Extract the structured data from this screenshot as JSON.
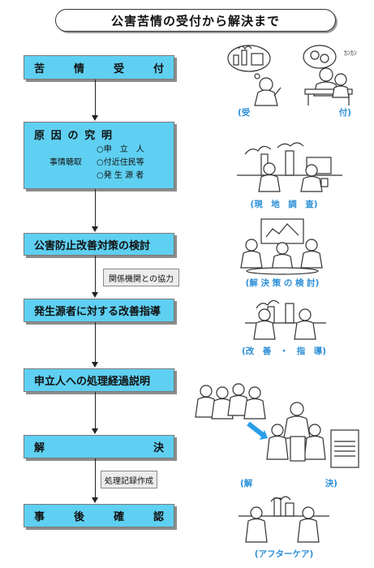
{
  "title": "公害苦情の受付から解決まで",
  "flow": {
    "step1": [
      "苦",
      "情",
      "受",
      "付"
    ],
    "step2": {
      "heading": [
        "原",
        "因",
        "の",
        "究",
        "明"
      ],
      "bullets": [
        "○申　立　人",
        "○付近住民等",
        "○発 生 源 者"
      ],
      "method": "事情聴取"
    },
    "step3": "公害防止改善対策の検討",
    "note1": "関係機関との協力",
    "step4": "発生源者に対する改善指導",
    "step5": "申立人への処理経過説明",
    "step6": [
      "解",
      "決"
    ],
    "note2": "処理記録作成",
    "step7": [
      "事",
      "後",
      "確",
      "認"
    ]
  },
  "captions": {
    "c1": [
      "(受",
      "付)"
    ],
    "c2": "(現　地　調　査)",
    "c3": "(解 決 策 の 検 討)",
    "c4": "(改　善　・　指　導)",
    "c5": [
      "(解",
      "決)"
    ],
    "c6": "(アフターケア)"
  },
  "colors": {
    "box_fill": "#5fd0f2",
    "caption": "#2b8fd6",
    "note_fill": "#ececec"
  }
}
